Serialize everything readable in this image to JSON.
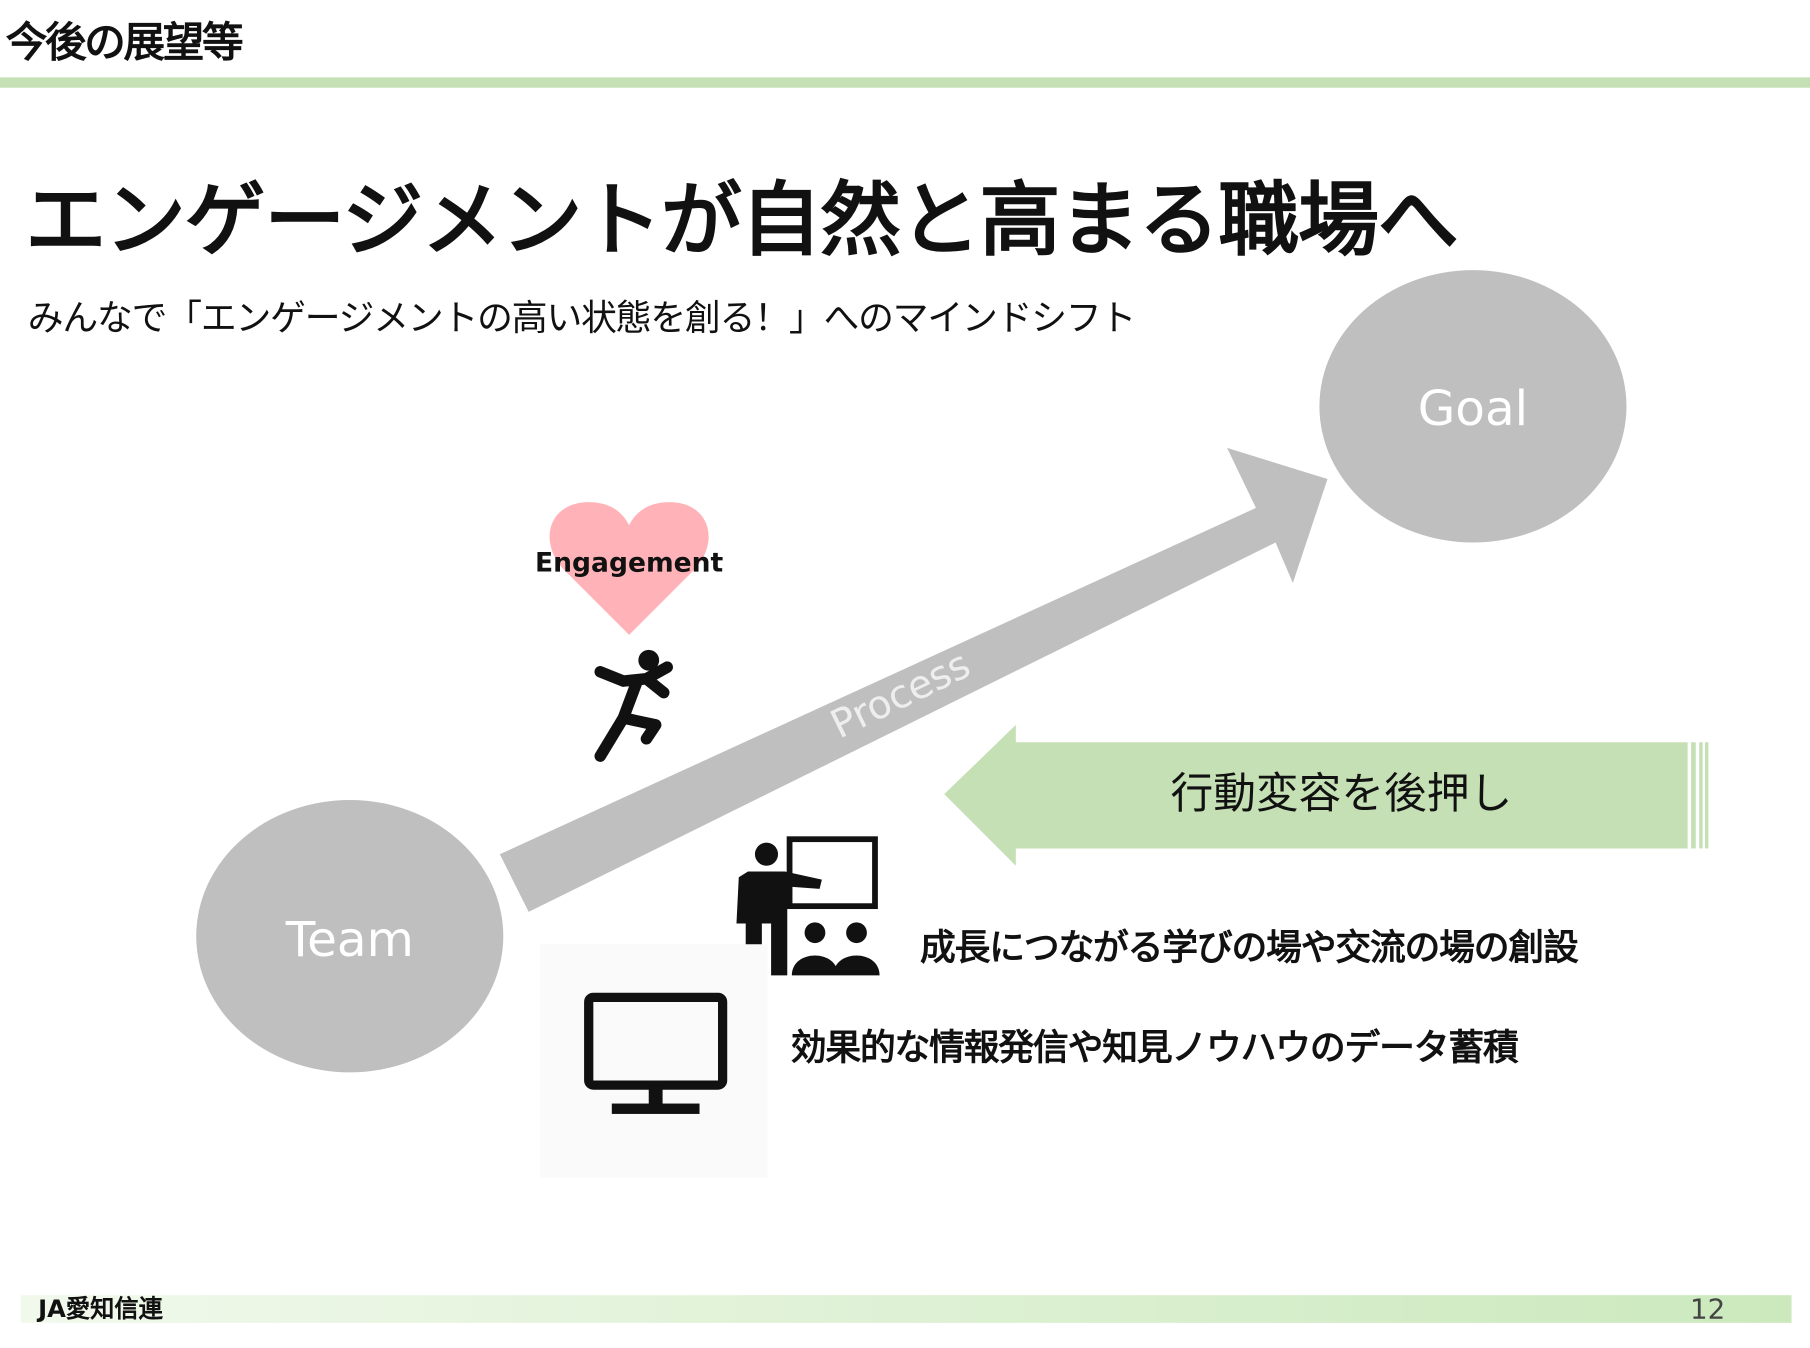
{
  "header": {
    "section": "今後の展望等"
  },
  "main": {
    "title": "エンゲージメントが自然と高まる職場へ",
    "subtitle": "みんなで「エンゲージメントの高い状態を創る！」へのマインドシフト",
    "diagram": {
      "start_label": "Team",
      "goal_label": "Goal",
      "arrow_label": "Process",
      "heart_label": "Engagement",
      "support_label": "行動変容を後押し",
      "items": [
        {
          "icon": "teacher-icon",
          "text": "成長につながる学びの場や交流の場の創設"
        },
        {
          "icon": "monitor-icon",
          "text": "効果的な情報発信や知見ノウハウのデータ蓄積"
        }
      ]
    }
  },
  "footer": {
    "org": "JA愛知信連",
    "page": "12"
  },
  "colors": {
    "accent_green": "#c5e0b4",
    "circle_gray": "#bfbfbf",
    "heart_pink": "#ffb3b8"
  }
}
